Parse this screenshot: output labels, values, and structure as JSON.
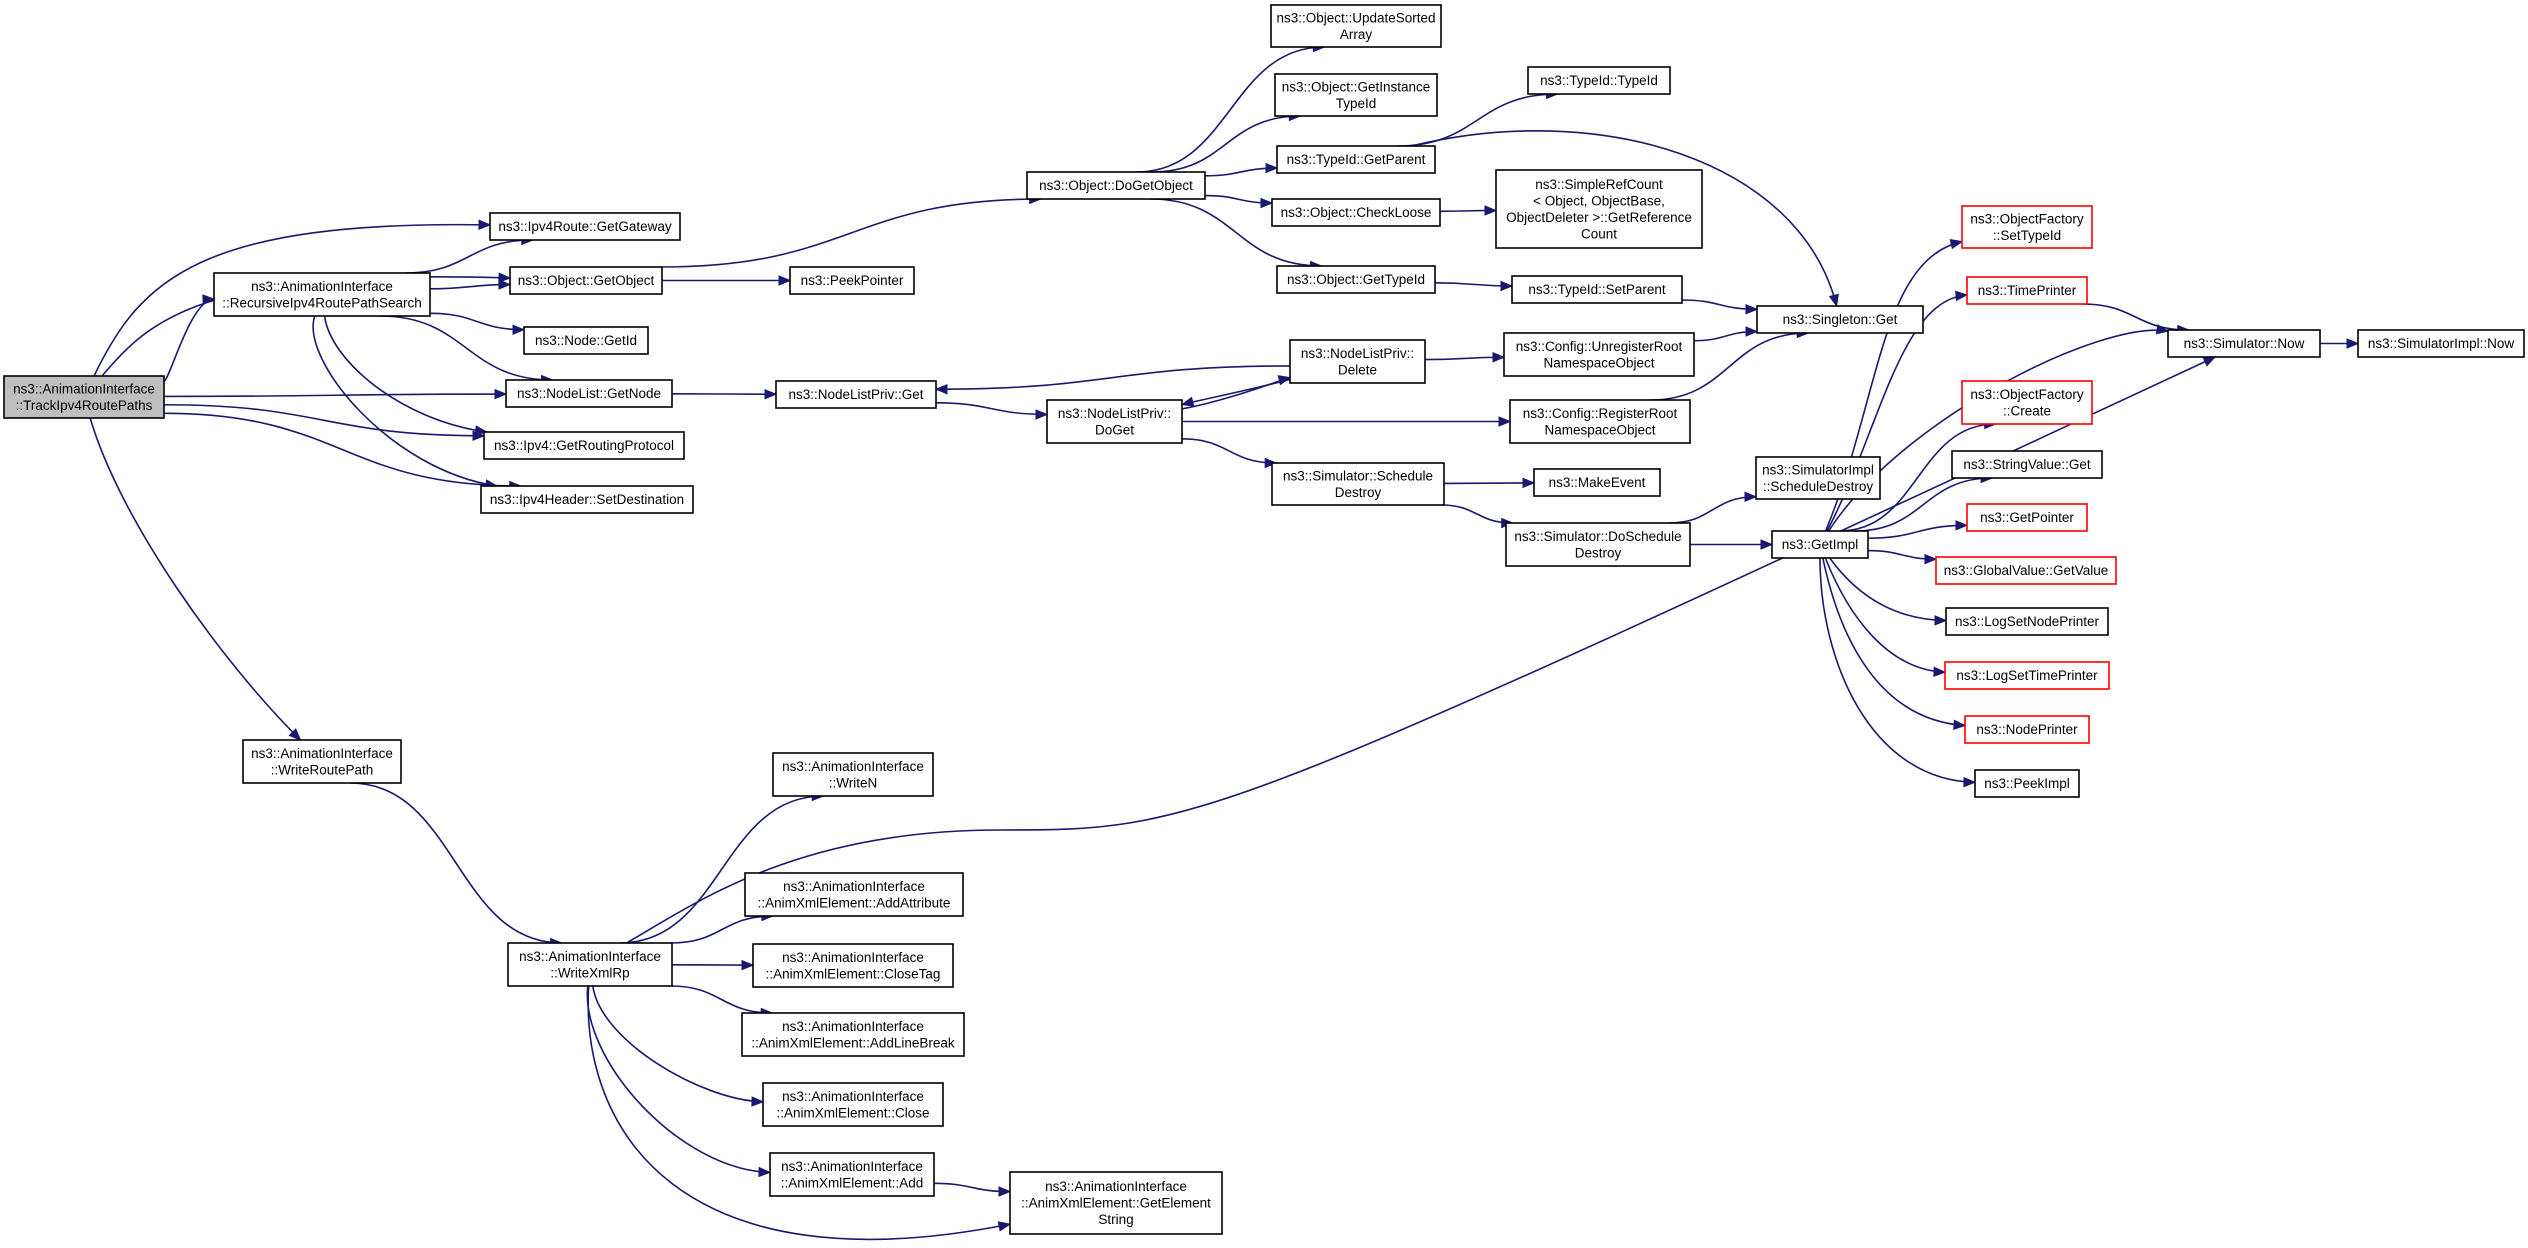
{
  "colors": {
    "edge": "#191970",
    "node_border": "#000000",
    "truncated_border": "#ff0000",
    "root_fill": "#bfbfbf",
    "node_fill": "#ffffff"
  },
  "nodes": [
    {
      "id": "track",
      "lines": [
        "ns3::AnimationInterface",
        "::TrackIpv4RoutePaths"
      ],
      "root": true,
      "interactive": true
    },
    {
      "id": "gateway",
      "lines": [
        "ns3::Ipv4Route::GetGateway"
      ],
      "interactive": true
    },
    {
      "id": "getobject",
      "lines": [
        "ns3::Object::GetObject"
      ],
      "interactive": true
    },
    {
      "id": "recursive",
      "lines": [
        "ns3::AnimationInterface",
        "::RecursiveIpv4RoutePathSearch"
      ],
      "interactive": true
    },
    {
      "id": "getid",
      "lines": [
        "ns3::Node::GetId"
      ],
      "interactive": true
    },
    {
      "id": "getnode",
      "lines": [
        "ns3::NodeList::GetNode"
      ],
      "interactive": true
    },
    {
      "id": "routing",
      "lines": [
        "ns3::Ipv4::GetRoutingProtocol"
      ],
      "interactive": true
    },
    {
      "id": "setdest",
      "lines": [
        "ns3::Ipv4Header::SetDestination"
      ],
      "interactive": true
    },
    {
      "id": "writeroutepath",
      "lines": [
        "ns3::AnimationInterface",
        "::WriteRoutePath"
      ],
      "interactive": true
    },
    {
      "id": "peekpointer",
      "lines": [
        "ns3::PeekPointer"
      ],
      "interactive": true
    },
    {
      "id": "nodelistget",
      "lines": [
        "ns3::NodeListPriv::Get"
      ],
      "interactive": true
    },
    {
      "id": "dogetobject",
      "lines": [
        "ns3::Object::DoGetObject"
      ],
      "interactive": true
    },
    {
      "id": "updatesorted",
      "lines": [
        "ns3::Object::UpdateSorted",
        "Array"
      ],
      "interactive": true
    },
    {
      "id": "getinstance",
      "lines": [
        "ns3::Object::GetInstance",
        "TypeId"
      ],
      "interactive": true
    },
    {
      "id": "getparent",
      "lines": [
        "ns3::TypeId::GetParent"
      ],
      "interactive": true
    },
    {
      "id": "checkloose",
      "lines": [
        "ns3::Object::CheckLoose"
      ],
      "interactive": true
    },
    {
      "id": "gettypeid",
      "lines": [
        "ns3::Object::GetTypeId"
      ],
      "interactive": true
    },
    {
      "id": "typeid",
      "lines": [
        "ns3::TypeId::TypeId"
      ],
      "interactive": true
    },
    {
      "id": "simplerefcount",
      "lines": [
        "ns3::SimpleRefCount",
        "< Object, ObjectBase,",
        "ObjectDeleter >::GetReference",
        "Count"
      ],
      "interactive": true
    },
    {
      "id": "setparent",
      "lines": [
        "ns3::TypeId::SetParent"
      ],
      "interactive": true
    },
    {
      "id": "singleton",
      "lines": [
        "ns3::Singleton::Get"
      ],
      "interactive": true
    },
    {
      "id": "nldelete",
      "lines": [
        "ns3::NodeListPriv::",
        "Delete"
      ],
      "interactive": true
    },
    {
      "id": "nldoget",
      "lines": [
        "ns3::NodeListPriv::",
        "DoGet"
      ],
      "interactive": true
    },
    {
      "id": "unregister",
      "lines": [
        "ns3::Config::UnregisterRoot",
        "NamespaceObject"
      ],
      "interactive": true
    },
    {
      "id": "register",
      "lines": [
        "ns3::Config::RegisterRoot",
        "NamespaceObject"
      ],
      "interactive": true
    },
    {
      "id": "scheduledestroy",
      "lines": [
        "ns3::Simulator::Schedule",
        "Destroy"
      ],
      "interactive": true
    },
    {
      "id": "makeevent",
      "lines": [
        "ns3::MakeEvent"
      ],
      "interactive": true
    },
    {
      "id": "doscheduledestroy",
      "lines": [
        "ns3::Simulator::DoSchedule",
        "Destroy"
      ],
      "interactive": true
    },
    {
      "id": "implscheduledestroy",
      "lines": [
        "ns3::SimulatorImpl",
        "::ScheduleDestroy"
      ],
      "interactive": true
    },
    {
      "id": "getimpl",
      "lines": [
        "ns3::GetImpl"
      ],
      "interactive": true
    },
    {
      "id": "factorysettypeid",
      "lines": [
        "ns3::ObjectFactory",
        "::SetTypeId"
      ],
      "truncated": true,
      "interactive": true
    },
    {
      "id": "timeprinter",
      "lines": [
        "ns3::TimePrinter"
      ],
      "truncated": true,
      "interactive": true
    },
    {
      "id": "factorycreate",
      "lines": [
        "ns3::ObjectFactory",
        "::Create"
      ],
      "truncated": true,
      "interactive": true
    },
    {
      "id": "stringvalueget",
      "lines": [
        "ns3::StringValue::Get"
      ],
      "interactive": true
    },
    {
      "id": "getpointer",
      "lines": [
        "ns3::GetPointer"
      ],
      "truncated": true,
      "interactive": true
    },
    {
      "id": "globalvalue",
      "lines": [
        "ns3::GlobalValue::GetValue"
      ],
      "truncated": true,
      "interactive": true
    },
    {
      "id": "lognodeprinter",
      "lines": [
        "ns3::LogSetNodePrinter"
      ],
      "interactive": true
    },
    {
      "id": "logtimeprinter",
      "lines": [
        "ns3::LogSetTimePrinter"
      ],
      "truncated": true,
      "interactive": true
    },
    {
      "id": "nodeprinter",
      "lines": [
        "ns3::NodePrinter"
      ],
      "truncated": true,
      "interactive": true
    },
    {
      "id": "peekimpl",
      "lines": [
        "ns3::PeekImpl"
      ],
      "interactive": true
    },
    {
      "id": "simnow",
      "lines": [
        "ns3::Simulator::Now"
      ],
      "interactive": true
    },
    {
      "id": "simimplnow",
      "lines": [
        "ns3::SimulatorImpl::Now"
      ],
      "interactive": true
    },
    {
      "id": "writen",
      "lines": [
        "ns3::AnimationInterface",
        "::WriteN"
      ],
      "interactive": true
    },
    {
      "id": "writexmlrp",
      "lines": [
        "ns3::AnimationInterface",
        "::WriteXmlRp"
      ],
      "interactive": true
    },
    {
      "id": "addattribute",
      "lines": [
        "ns3::AnimationInterface",
        "::AnimXmlElement::AddAttribute"
      ],
      "interactive": true
    },
    {
      "id": "closetag",
      "lines": [
        "ns3::AnimationInterface",
        "::AnimXmlElement::CloseTag"
      ],
      "interactive": true
    },
    {
      "id": "addlinebreak",
      "lines": [
        "ns3::AnimationInterface",
        "::AnimXmlElement::AddLineBreak"
      ],
      "interactive": true
    },
    {
      "id": "close",
      "lines": [
        "ns3::AnimationInterface",
        "::AnimXmlElement::Close"
      ],
      "interactive": true
    },
    {
      "id": "add",
      "lines": [
        "ns3::AnimationInterface",
        "::AnimXmlElement::Add"
      ],
      "interactive": true
    },
    {
      "id": "getelementstring",
      "lines": [
        "ns3::AnimationInterface",
        "::AnimXmlElement::GetElement",
        "String"
      ],
      "interactive": true
    }
  ],
  "edges": [
    [
      "track",
      "gateway"
    ],
    [
      "track",
      "getobject"
    ],
    [
      "track",
      "recursive"
    ],
    [
      "track",
      "getnode"
    ],
    [
      "track",
      "routing"
    ],
    [
      "track",
      "setdest"
    ],
    [
      "track",
      "writeroutepath"
    ],
    [
      "recursive",
      "gateway"
    ],
    [
      "recursive",
      "getobject"
    ],
    [
      "recursive",
      "getid"
    ],
    [
      "recursive",
      "getnode"
    ],
    [
      "recursive",
      "routing"
    ],
    [
      "recursive",
      "setdest"
    ],
    [
      "getobject",
      "peekpointer"
    ],
    [
      "getobject",
      "dogetobject"
    ],
    [
      "getnode",
      "nodelistget"
    ],
    [
      "nodelistget",
      "nldoget"
    ],
    [
      "dogetobject",
      "updatesorted"
    ],
    [
      "dogetobject",
      "getinstance"
    ],
    [
      "dogetobject",
      "getparent"
    ],
    [
      "dogetobject",
      "checkloose"
    ],
    [
      "dogetobject",
      "gettypeid"
    ],
    [
      "getparent",
      "typeid"
    ],
    [
      "getparent",
      "singleton"
    ],
    [
      "checkloose",
      "simplerefcount"
    ],
    [
      "gettypeid",
      "setparent"
    ],
    [
      "setparent",
      "singleton"
    ],
    [
      "nldelete",
      "nodelistget"
    ],
    [
      "nldelete",
      "nldoget"
    ],
    [
      "nldelete",
      "unregister"
    ],
    [
      "nldoget",
      "nldelete"
    ],
    [
      "nldoget",
      "register"
    ],
    [
      "nldoget",
      "scheduledestroy"
    ],
    [
      "unregister",
      "singleton"
    ],
    [
      "register",
      "singleton"
    ],
    [
      "scheduledestroy",
      "makeevent"
    ],
    [
      "scheduledestroy",
      "doscheduledestroy"
    ],
    [
      "doscheduledestroy",
      "implscheduledestroy"
    ],
    [
      "doscheduledestroy",
      "getimpl"
    ],
    [
      "getimpl",
      "factorysettypeid"
    ],
    [
      "getimpl",
      "timeprinter"
    ],
    [
      "getimpl",
      "simnow"
    ],
    [
      "getimpl",
      "factorycreate"
    ],
    [
      "getimpl",
      "stringvalueget"
    ],
    [
      "getimpl",
      "getpointer"
    ],
    [
      "getimpl",
      "globalvalue"
    ],
    [
      "getimpl",
      "lognodeprinter"
    ],
    [
      "getimpl",
      "logtimeprinter"
    ],
    [
      "getimpl",
      "nodeprinter"
    ],
    [
      "getimpl",
      "peekimpl"
    ],
    [
      "timeprinter",
      "simnow"
    ],
    [
      "simnow",
      "simimplnow"
    ],
    [
      "writeroutepath",
      "writexmlrp"
    ],
    [
      "writexmlrp",
      "writen"
    ],
    [
      "writexmlrp",
      "simnow"
    ],
    [
      "writexmlrp",
      "addattribute"
    ],
    [
      "writexmlrp",
      "closetag"
    ],
    [
      "writexmlrp",
      "addlinebreak"
    ],
    [
      "writexmlrp",
      "close"
    ],
    [
      "writexmlrp",
      "add"
    ],
    [
      "writexmlrp",
      "getelementstring"
    ],
    [
      "add",
      "getelementstring"
    ]
  ]
}
